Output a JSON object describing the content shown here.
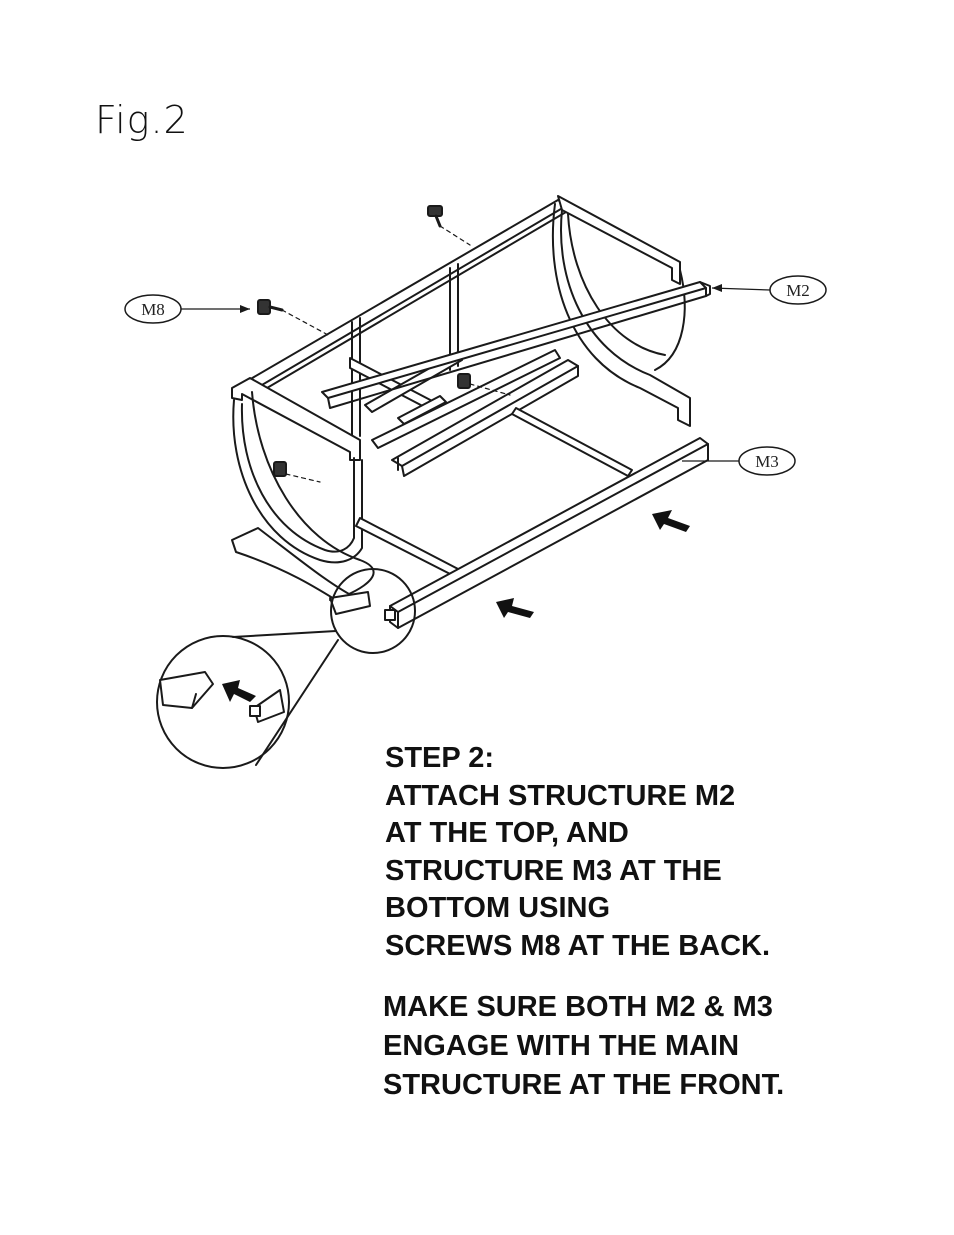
{
  "figure": {
    "title": "Fig.2"
  },
  "callouts": {
    "m8": "M8",
    "m2": "M2",
    "m3": "M3"
  },
  "instructions": {
    "step_lines": [
      "STEP 2:",
      "ATTACH STRUCTURE M2",
      "AT THE TOP, AND",
      "STRUCTURE M3 AT THE",
      "BOTTOM  USING",
      "SCREWS M8 AT THE BACK."
    ],
    "note_lines": [
      "MAKE SURE  BOTH M2 & M3",
      "ENGAGE  WITH THE MAIN",
      "STRUCTURE  AT THE FRONT."
    ]
  }
}
